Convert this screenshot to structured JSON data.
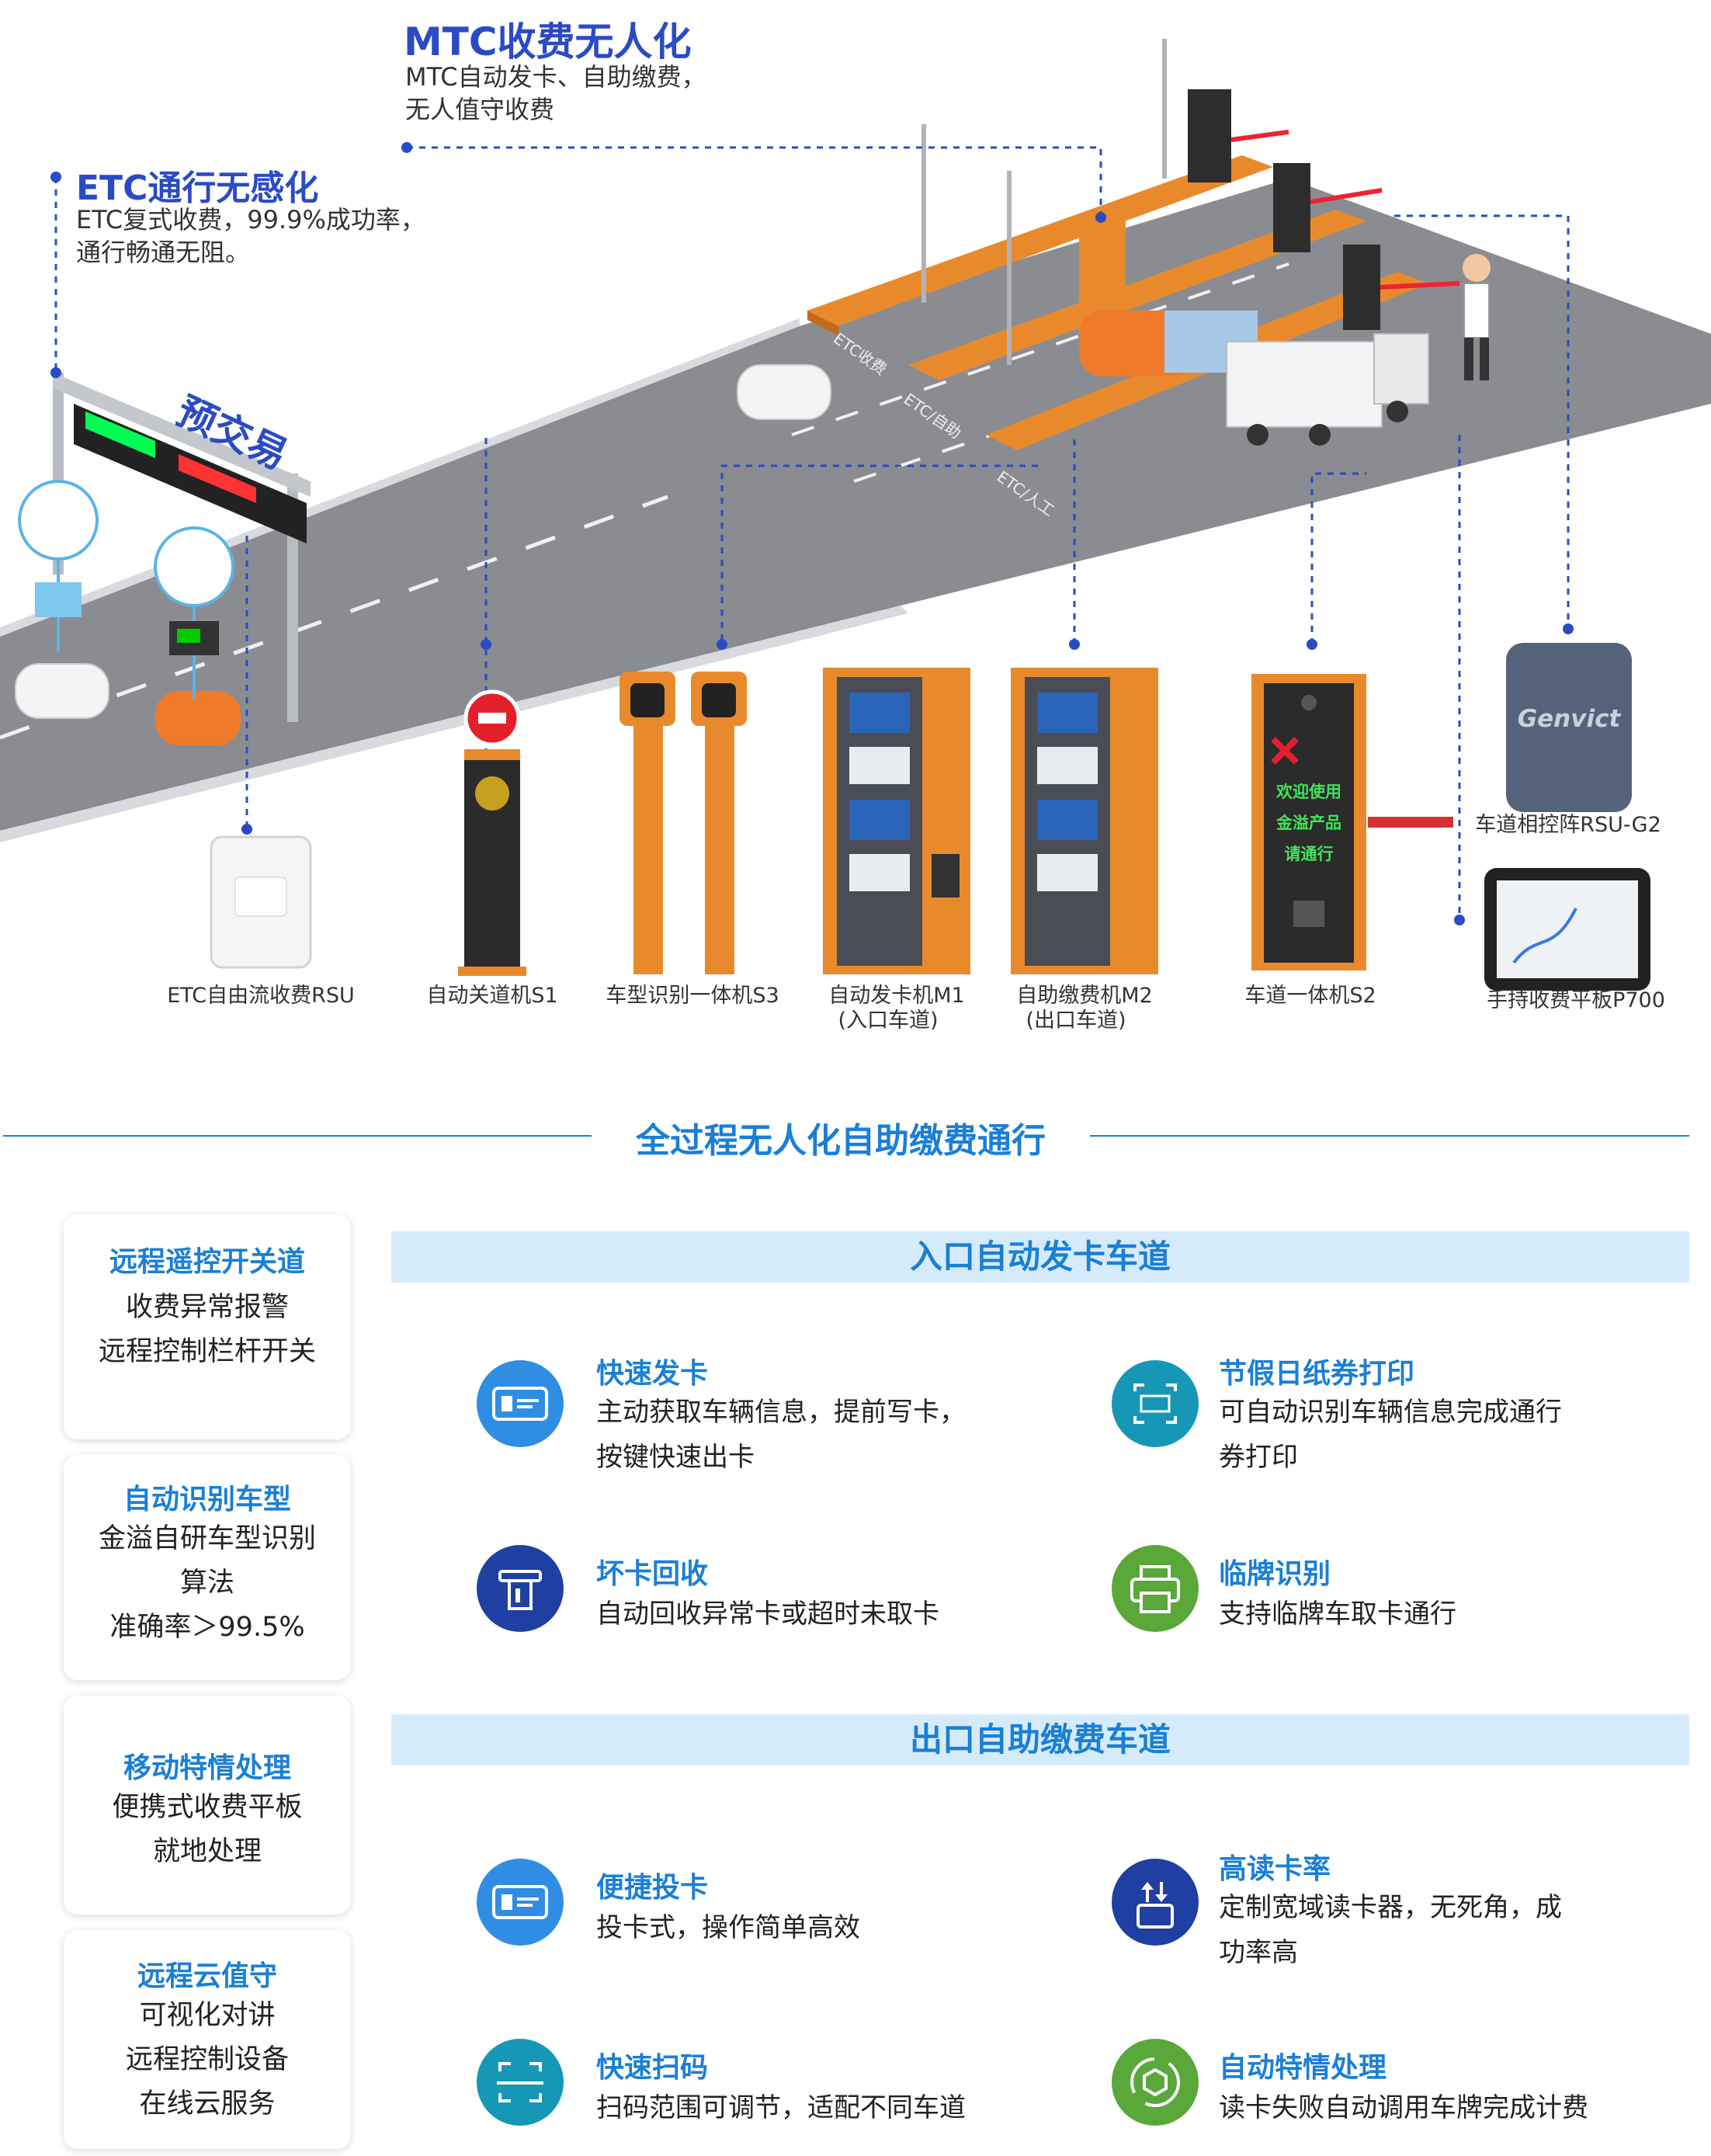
{
  "annotations": {
    "mtc": {
      "title": "MTC收费无人化",
      "line1": "MTC自动发卡、自助缴费，",
      "line2": "无人值守收费"
    },
    "etc": {
      "title": "ETC通行无感化",
      "line1": "ETC复式收费，99.9%成功率，",
      "line2": "通行畅通无阻。"
    },
    "pre": {
      "title": "预交易"
    }
  },
  "road_marks": {
    "etc_lane_1": "ETC收费",
    "etc_lane_2": "ETC/自助",
    "etc_lane_3": "ETC/人工"
  },
  "screens": {
    "s2_line1": "欢迎使用",
    "s2_line2": "金溢产品",
    "s2_line3": "请通行",
    "rsu_brand": "Genvict"
  },
  "devices": [
    {
      "label": "ETC自由流收费RSU"
    },
    {
      "label": "自动关道机S1"
    },
    {
      "label": "车型识别一体机S3"
    },
    {
      "label": "自动发卡机M1",
      "sub": "(入口车道)"
    },
    {
      "label": "自助缴费机M2",
      "sub": "(出口车道)"
    },
    {
      "label": "车道一体机S2"
    },
    {
      "label": "车道相控阵RSU-G2"
    },
    {
      "label": "手持收费平板P700"
    }
  ],
  "section_title": "全过程无人化自助缴费通行",
  "cards": [
    {
      "title": "远程遥控开关道",
      "lines": [
        "收费异常报警",
        "远程控制栏杆开关"
      ]
    },
    {
      "title": "自动识别车型",
      "lines": [
        "金溢自研车型识别",
        "算法",
        "准确率＞99.5%"
      ]
    },
    {
      "title": "移动特情处理",
      "lines": [
        "便携式收费平板",
        "就地处理"
      ]
    },
    {
      "title": "远程云值守",
      "lines": [
        "可视化对讲",
        "远程控制设备",
        "在线云服务"
      ]
    }
  ],
  "entry": {
    "band": "入口自动发卡车道",
    "features": [
      {
        "title": "快速发卡",
        "lines": [
          "主动获取车辆信息，提前写卡，",
          "按键快速出卡"
        ],
        "icon": "card-reader-icon",
        "color": "#2f8de4"
      },
      {
        "title": "节假日纸券打印",
        "lines": [
          "可自动识别车辆信息完成通行",
          "券打印"
        ],
        "icon": "scan-ticket-icon",
        "color": "#1797b6"
      },
      {
        "title": "坏卡回收",
        "lines": [
          "自动回收异常卡或超时未取卡"
        ],
        "icon": "card-slot-icon",
        "color": "#1f3fa3"
      },
      {
        "title": "临牌识别",
        "lines": [
          "支持临牌车取卡通行"
        ],
        "icon": "printer-icon",
        "color": "#5aa83a"
      }
    ]
  },
  "exit": {
    "band": "出口自助缴费车道",
    "features": [
      {
        "title": "便捷投卡",
        "lines": [
          "投卡式，操作简单高效"
        ],
        "icon": "card-reader-icon",
        "color": "#2f8de4"
      },
      {
        "title": "高读卡率",
        "lines": [
          "定制宽域读卡器，无死角，成",
          "功率高"
        ],
        "icon": "card-insert-icon",
        "color": "#1f3fa3"
      },
      {
        "title": "快速扫码",
        "lines": [
          "扫码范围可调节，适配不同车道"
        ],
        "icon": "scan-code-icon",
        "color": "#1797b6"
      },
      {
        "title": "自动特情处理",
        "lines": [
          "读卡失败自动调用车牌完成计费"
        ],
        "icon": "box-cycle-icon",
        "color": "#5aa83a"
      }
    ]
  }
}
